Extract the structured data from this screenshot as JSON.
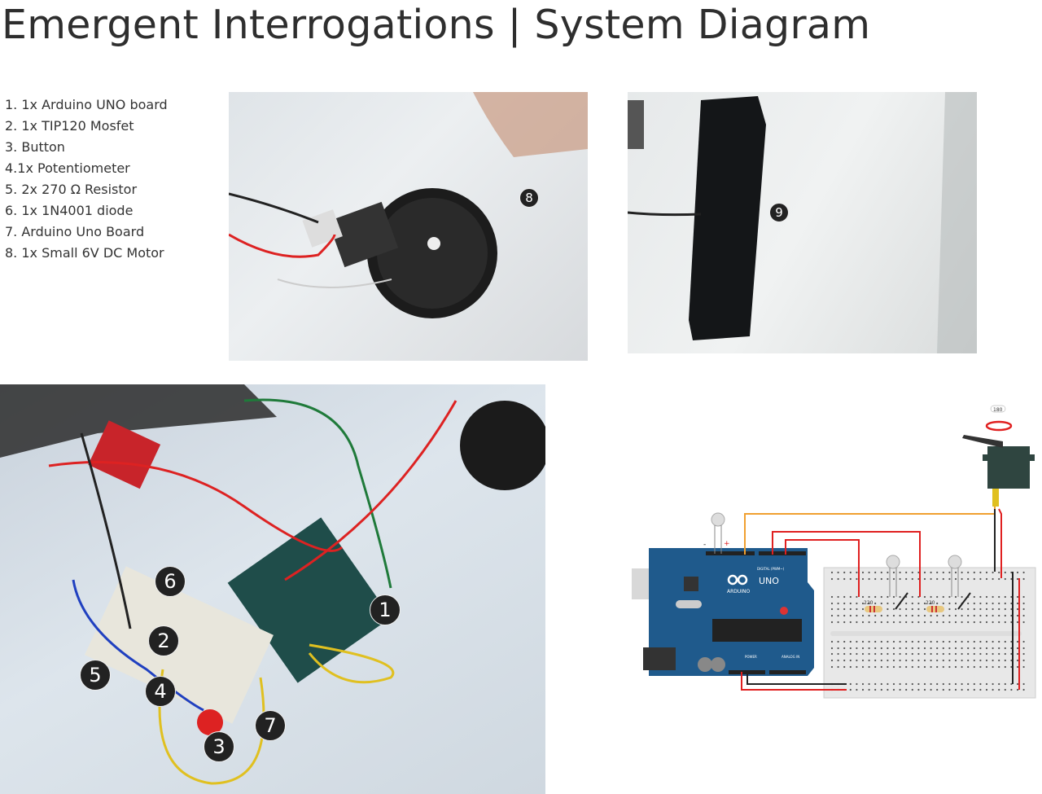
{
  "title": "Emergent Interrogations | System Diagram",
  "parts": [
    "1. 1x Arduino UNO board",
    "2. 1x TIP120 Mosfet",
    "3. Button",
    "4.1x Potentiometer",
    "5. 2x 270 Ω Resistor",
    "6. 1x 1N4001 diode",
    "7. Arduino Uno Board",
    "8. 1x Small 6V DC Motor"
  ],
  "photos": {
    "motor_badge": "8",
    "phone_badge": "9",
    "circuit_badges": [
      "1",
      "2",
      "3",
      "4",
      "5",
      "6",
      "7"
    ]
  },
  "diagram": {
    "servo_angle": "180",
    "resistor_1": "220",
    "resistor_2": "220",
    "board_model": "UNO",
    "board_brand": "ARDUINO",
    "digital_label": "DIGITAL (PWM~)",
    "power_label": "POWER",
    "analog_label": "ANALOG IN",
    "plus": "+",
    "minus": "-"
  },
  "colors": {
    "wire_red": "#e02020",
    "wire_orange": "#f0a030",
    "wire_black": "#222222",
    "board_blue": "#1f5a8c"
  }
}
